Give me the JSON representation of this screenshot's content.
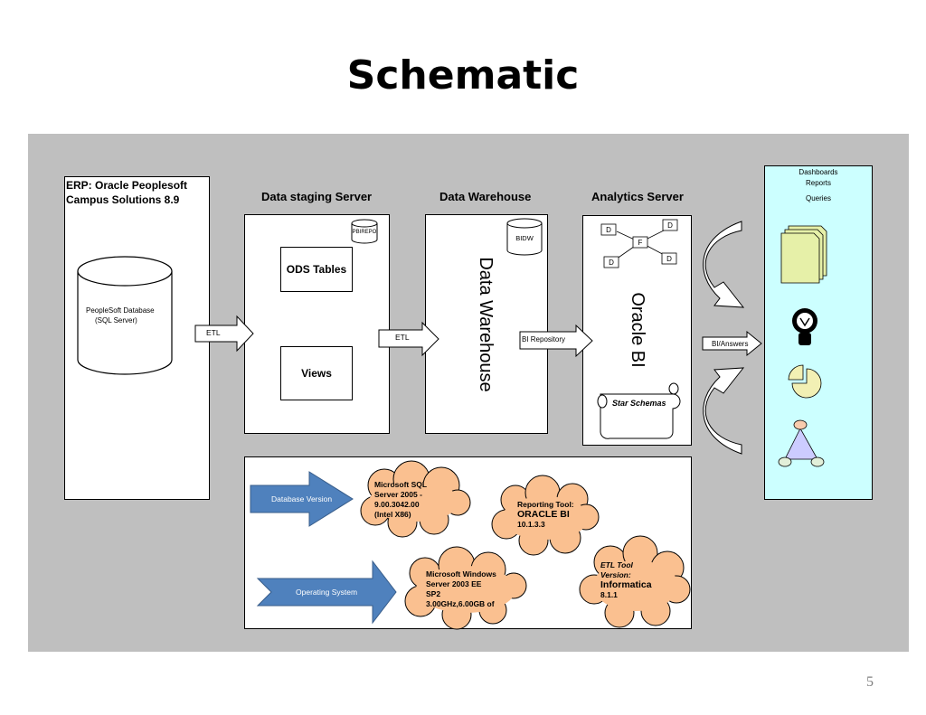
{
  "title": "Schematic",
  "page_number": "5",
  "erp": {
    "title_line1": "ERP: Oracle Peoplesoft",
    "title_line2": "Campus Solutions 8.9",
    "db_line1": "PeopleSoft Database",
    "db_line2": "(SQL Server)"
  },
  "etl1": "ETL",
  "etl2": "ETL",
  "staging": {
    "title": "Data staging Server",
    "repo": "PBIREPO",
    "ods": "ODS Tables",
    "views": "Views"
  },
  "warehouse": {
    "title": "Data Warehouse",
    "db": "BIDW",
    "vertical": "Data Warehouse"
  },
  "bi_repository": "BI Repository",
  "analytics": {
    "title": "Analytics Server",
    "vertical": "Oracle BI",
    "star_schemas": "Star Schemas",
    "schema_nodes": [
      "D",
      "D",
      "F",
      "D",
      "D"
    ]
  },
  "bi_answers": "BI/Answers",
  "outputs": {
    "line1": "Dashboards",
    "line2": "Reports",
    "line3": "Queries"
  },
  "bottom": {
    "database_version": "Database Version",
    "operating_system": "Operating System",
    "cloud_sql": [
      "Microsoft SQL",
      "Server 2005 -",
      "9.00.3042.00",
      "(Intel X86)"
    ],
    "cloud_reporting": [
      "Reporting Tool:",
      "ORACLE BI",
      "10.1.3.3"
    ],
    "cloud_windows": [
      "Microsoft Windows",
      "Server 2003 EE",
      "SP2",
      "3.00GHz,6.00GB of"
    ],
    "cloud_etl": [
      "ETL Tool",
      "Version:",
      "Informatica",
      "8.1.1"
    ]
  },
  "colors": {
    "panel": "#bfbfbf",
    "cloud": "#fac090",
    "blue_arrow": "#4f81bd",
    "output_box": "#ccffff"
  }
}
